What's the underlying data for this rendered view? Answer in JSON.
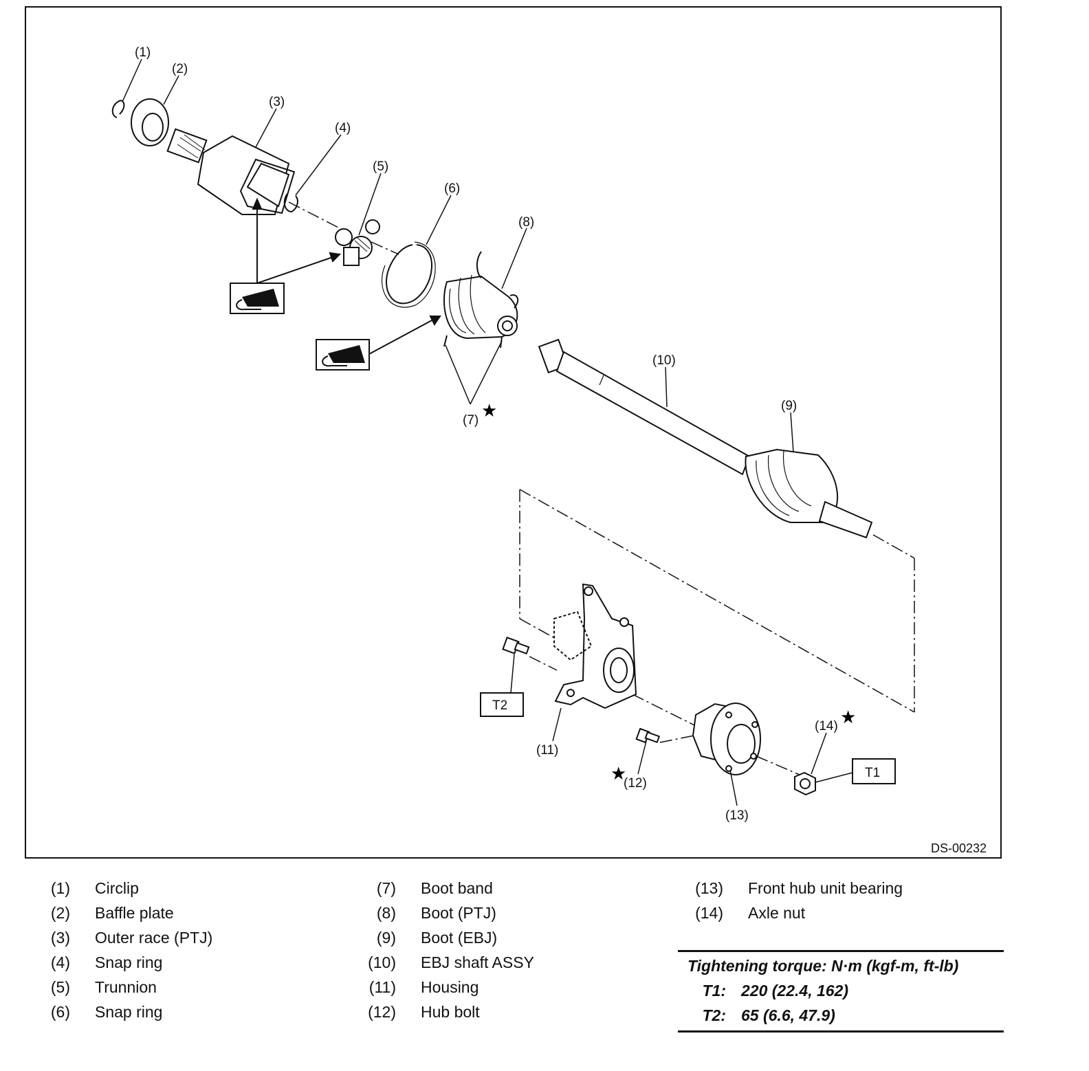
{
  "figure_code": "DS-00232",
  "callouts": [
    "(1)",
    "(2)",
    "(3)",
    "(4)",
    "(5)",
    "(6)",
    "(7)",
    "(8)",
    "(9)",
    "(10)",
    "(11)",
    "(12)",
    "(13)",
    "(14)"
  ],
  "torque_boxes": {
    "t1": "T1",
    "t2": "T2"
  },
  "legend": {
    "col1": [
      {
        "num": "(1)",
        "name": "Circlip"
      },
      {
        "num": "(2)",
        "name": "Baffle plate"
      },
      {
        "num": "(3)",
        "name": "Outer race (PTJ)"
      },
      {
        "num": "(4)",
        "name": "Snap ring"
      },
      {
        "num": "(5)",
        "name": "Trunnion"
      },
      {
        "num": "(6)",
        "name": "Snap ring"
      }
    ],
    "col2": [
      {
        "num": "(7)",
        "name": "Boot band"
      },
      {
        "num": "(8)",
        "name": "Boot (PTJ)"
      },
      {
        "num": "(9)",
        "name": "Boot (EBJ)"
      },
      {
        "num": "(10)",
        "name": "EBJ shaft ASSY"
      },
      {
        "num": "(11)",
        "name": "Housing"
      },
      {
        "num": "(12)",
        "name": "Hub bolt"
      }
    ],
    "col3": [
      {
        "num": "(13)",
        "name": "Front hub unit bearing"
      },
      {
        "num": "(14)",
        "name": "Axle nut"
      }
    ]
  },
  "torque": {
    "title": "Tightening torque: N·m (kgf-m, ft-lb)",
    "rows": [
      {
        "key": "T1:",
        "value": "220 (22.4, 162)"
      },
      {
        "key": "T2:",
        "value": "65 (6.6, 47.9)"
      }
    ]
  }
}
